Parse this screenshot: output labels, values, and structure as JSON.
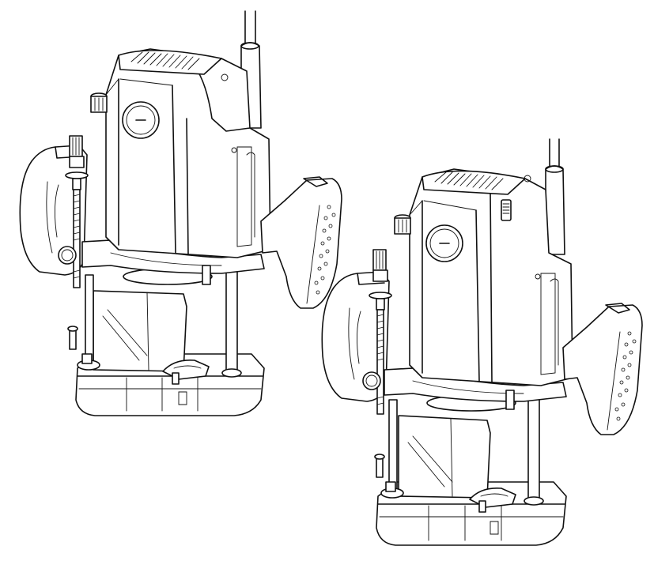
{
  "figure": {
    "description": "Technical line illustration of two plunge routers",
    "background_color": "#ffffff",
    "line_color": "#111111",
    "items": [
      {
        "id": "router-left",
        "label": "Plunge router (variant without side switch)",
        "position": "upper-left",
        "parts": [
          "power-cord",
          "motor-housing",
          "vented-top-cap",
          "speed-dial",
          "depth-stop-rod",
          "depth-lock-knob",
          "left-handle",
          "right-handle-with-grip-dots",
          "plunge-columns",
          "chip-shield",
          "base-plate",
          "turret-stop",
          "plunge-lock-lever"
        ]
      },
      {
        "id": "router-right",
        "label": "Plunge router (variant with side slide switch)",
        "position": "lower-right",
        "parts": [
          "power-cord",
          "motor-housing",
          "vented-top-cap",
          "side-slide-switch",
          "speed-dial",
          "depth-stop-rod",
          "depth-lock-knob",
          "left-handle",
          "right-handle-with-grip-dots",
          "plunge-columns",
          "chip-shield",
          "base-plate",
          "turret-stop",
          "plunge-lock-lever"
        ]
      }
    ]
  }
}
